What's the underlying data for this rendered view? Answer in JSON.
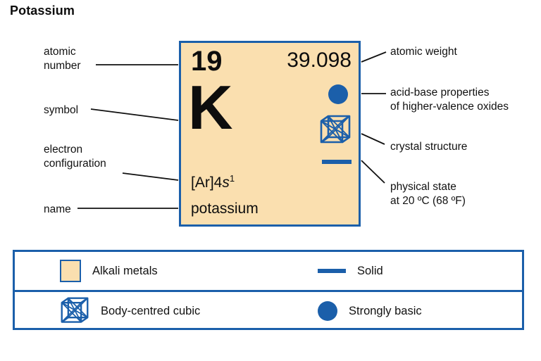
{
  "title": "Potassium",
  "element": {
    "atomic_number": "19",
    "atomic_weight": "39.098",
    "symbol": "K",
    "electron_configuration_prefix": "[Ar]4",
    "electron_configuration_orbital": "s",
    "electron_configuration_exponent": "1",
    "name": "potassium",
    "box_fill_color": "#fadfaf",
    "accent_color": "#1b5faa",
    "markers": {
      "acid_base_icon": "filled-circle",
      "crystal_structure_icon": "body-centred-cubic-cube",
      "physical_state_icon": "solid-bar"
    }
  },
  "callouts": {
    "left": [
      {
        "id": "atomic-number",
        "text": "atomic\nnumber"
      },
      {
        "id": "symbol",
        "text": "symbol"
      },
      {
        "id": "electron-configuration",
        "text": "electron\nconfiguration"
      },
      {
        "id": "name",
        "text": "name"
      }
    ],
    "right": [
      {
        "id": "atomic-weight",
        "text": "atomic weight"
      },
      {
        "id": "acid-base",
        "text": "acid-base properties\nof higher-valence oxides"
      },
      {
        "id": "crystal-structure",
        "text": "crystal structure"
      },
      {
        "id": "physical-state",
        "text": "physical state\nat 20 ºC (68 ºF)"
      }
    ]
  },
  "legend": {
    "rows": [
      {
        "cells": [
          {
            "id": "alkali-metals",
            "icon": "color-swatch",
            "label": "Alkali metals"
          },
          {
            "id": "solid",
            "icon": "solid-bar",
            "label": "Solid"
          }
        ]
      },
      {
        "cells": [
          {
            "id": "body-centred-cubic",
            "icon": "body-centred-cubic-cube",
            "label": "Body-centred cubic"
          },
          {
            "id": "strongly-basic",
            "icon": "filled-circle",
            "label": "Strongly basic"
          }
        ]
      }
    ]
  }
}
